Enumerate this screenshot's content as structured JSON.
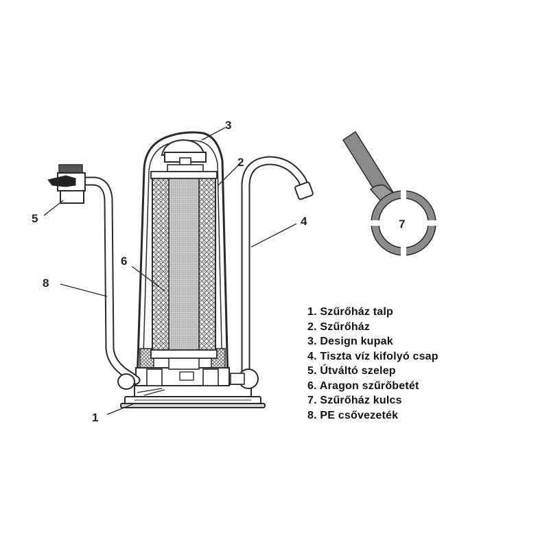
{
  "callouts": {
    "c1": "1",
    "c2": "2",
    "c3": "3",
    "c4": "4",
    "c5": "5",
    "c6": "6",
    "c7": "7",
    "c8": "8"
  },
  "legend": {
    "items": [
      "1. Szűrőház talp",
      "2. Szűrőház",
      "3. Design kupak",
      "4. Tiszta víz kifolyó csap",
      "5. Útváltó szelep",
      "6. Aragon szűrőbetét",
      "7. Szűrőház kulcs",
      "8. PE csővezeték"
    ]
  },
  "colors": {
    "line": "#2a2a2a",
    "mesh": "#6a6a6a",
    "core": "#b8b8b8",
    "wrench": "#8a8a8a",
    "text": "#111111"
  }
}
